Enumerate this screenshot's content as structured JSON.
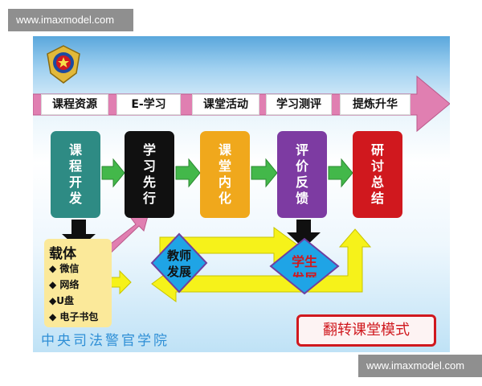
{
  "watermark_top": "www.imaxmodel.com",
  "watermark_bottom": "www.imaxmodel.com",
  "stages": [
    "课程资源",
    "E-学习",
    "课堂活动",
    "学习测评",
    "提炼升华"
  ],
  "steps": [
    {
      "text": [
        "课",
        "程",
        "开",
        "发"
      ],
      "color": "#2e8b84"
    },
    {
      "text": [
        "学",
        "习",
        "先",
        "行"
      ],
      "color": "#101010"
    },
    {
      "text": [
        "课",
        "堂",
        "内",
        "化"
      ],
      "color": "#f0a81c"
    },
    {
      "text": [
        "评",
        "价",
        "反",
        "馈"
      ],
      "color": "#7d3ba2"
    },
    {
      "text": [
        "研",
        "讨",
        "总",
        "结"
      ],
      "color": "#d0181e"
    }
  ],
  "carrier": {
    "title": "载体",
    "items": [
      "◆ 微信",
      "◆ 网络",
      "◆U盘",
      "◆ 电子书包"
    ]
  },
  "teacher": "教师\n发展",
  "student": "学生\n发展",
  "institution": "中央司法警官学院",
  "model_title": "翻转课堂模式",
  "colors": {
    "teal": "#2e8b84",
    "black": "#101010",
    "gold": "#f0a81c",
    "purple": "#7d3ba2",
    "red": "#d0181e",
    "arrow_pink": "#e07fb1",
    "arrow_green": "#43b84a",
    "arrow_yellow": "#f6f21a"
  }
}
